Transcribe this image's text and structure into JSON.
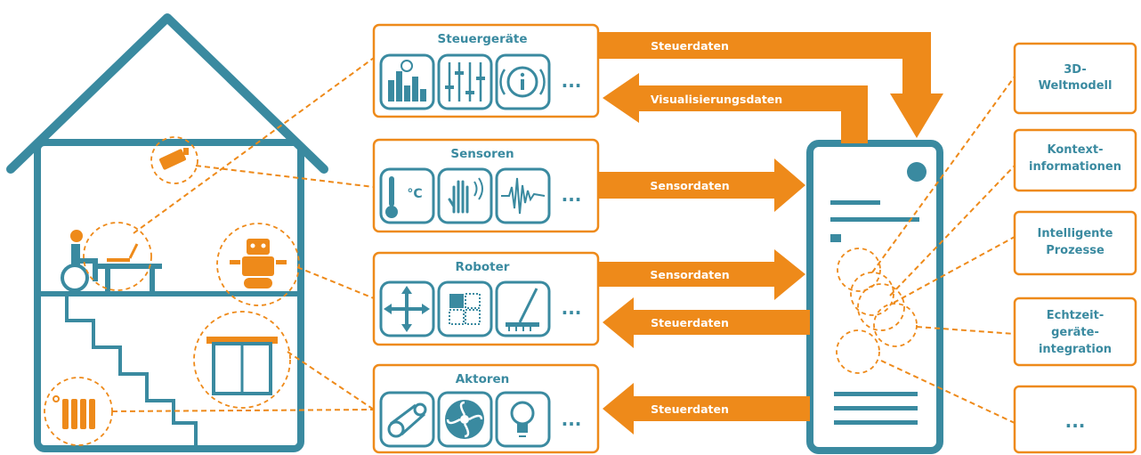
{
  "colors": {
    "teal": "#3a8aa0",
    "orange": "#ee8a1a",
    "icon_bg": "#3a8aa0"
  },
  "groups": {
    "steuergeraete": {
      "title": "Steuergeräte",
      "icons": [
        "gauge-icon",
        "sliders-icon",
        "info-icon"
      ],
      "more": "..."
    },
    "sensoren": {
      "title": "Sensoren",
      "icons": [
        "thermometer-icon",
        "hand-icon",
        "waveform-icon"
      ],
      "more": "..."
    },
    "roboter": {
      "title": "Roboter",
      "icons": [
        "move-icon",
        "puzzle-icon",
        "sweep-icon"
      ],
      "more": "..."
    },
    "aktoren": {
      "title": "Aktoren",
      "icons": [
        "belt-icon",
        "fan-icon",
        "bulb-icon"
      ],
      "more": "..."
    }
  },
  "arrows": {
    "steuerdaten_top": "Steuerdaten",
    "visualisierungsdaten": "Visualisierungsdaten",
    "sensordaten_1": "Sensordaten",
    "sensordaten_2": "Sensordaten",
    "steuerdaten_robot": "Steuerdaten",
    "steuerdaten_aktor": "Steuerdaten"
  },
  "right_boxes": [
    {
      "line1": "3D-",
      "line2": "Weltmodell",
      "line3": ""
    },
    {
      "line1": "Kontext-",
      "line2": "informationen",
      "line3": ""
    },
    {
      "line1": "Intelligente",
      "line2": "Prozesse",
      "line3": ""
    },
    {
      "line1": "Echtzeit-",
      "line2": "geräte-",
      "line3": "integration"
    },
    {
      "line1": "...",
      "line2": "",
      "line3": ""
    }
  ],
  "house": {
    "thermometer_unit": "°C"
  }
}
